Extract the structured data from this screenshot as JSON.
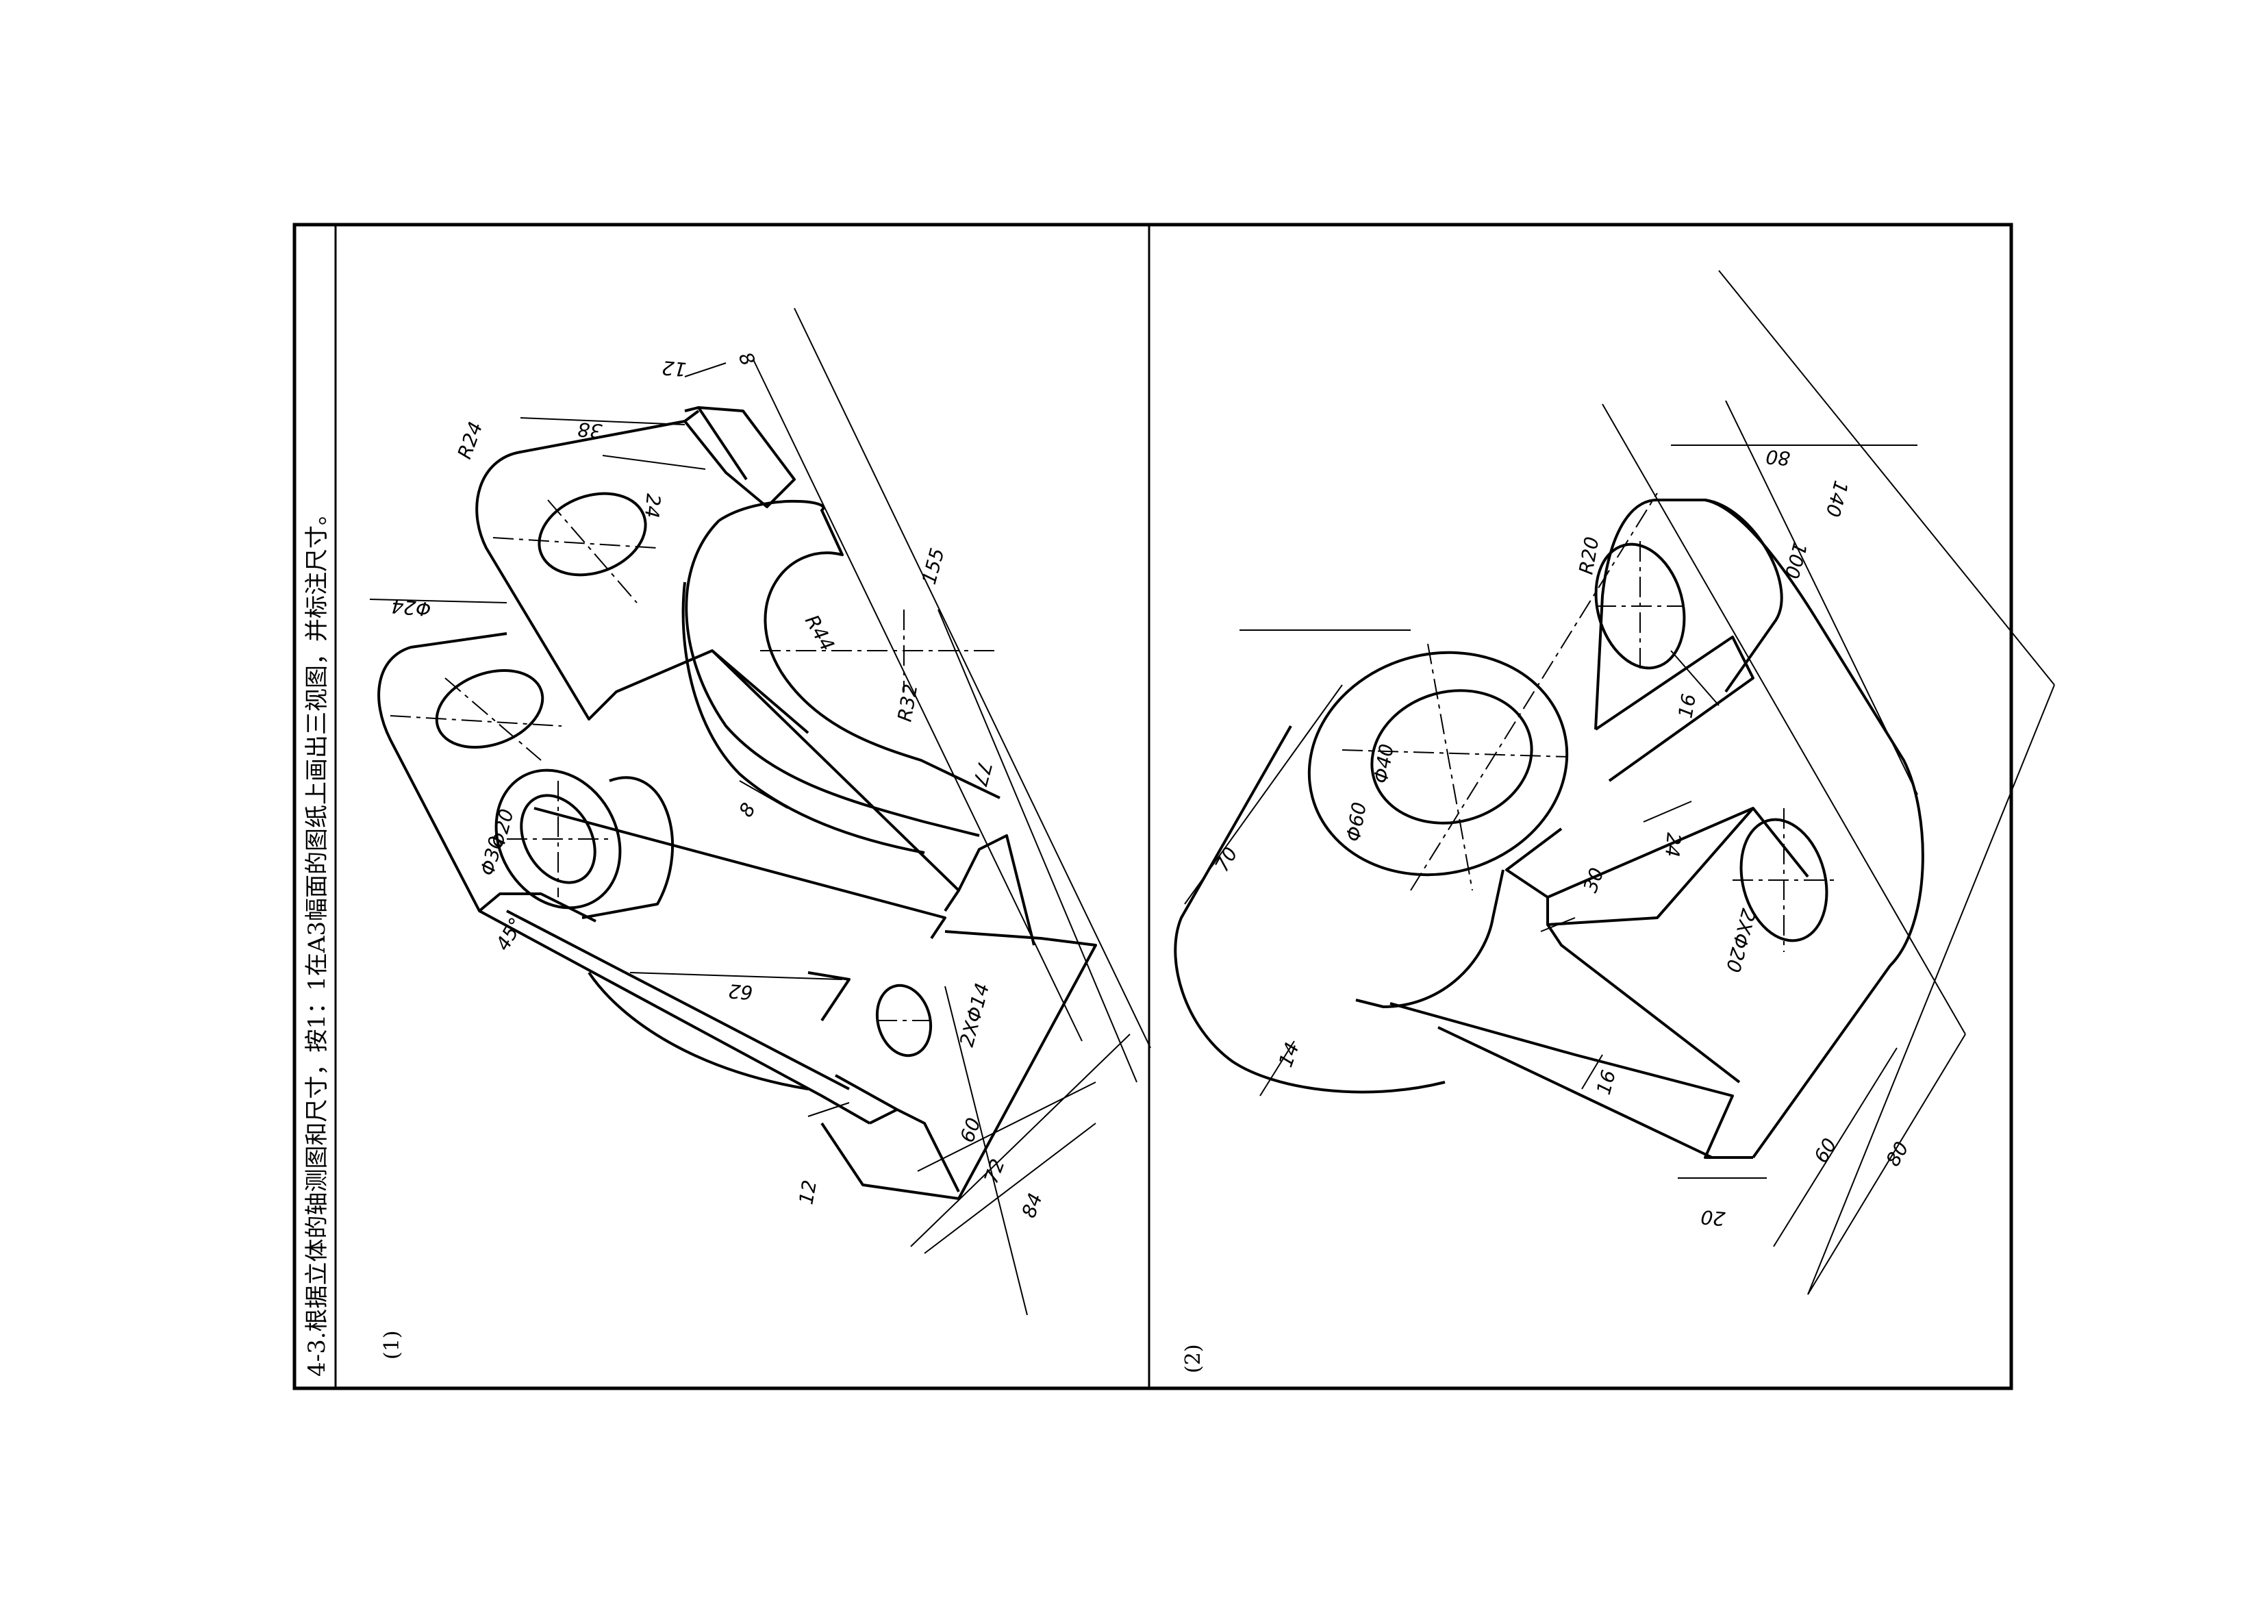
{
  "sheet": {
    "title": "4-3.根据立体的轴测图和尺寸，按1：1在A3幅面的图纸上画出三视图，并标注尺寸。",
    "panel1_label": "(1)",
    "panel2_label": "(2)"
  },
  "figure1": {
    "dims": {
      "d_8_top": "8",
      "d_12_top": "12",
      "d_38": "38",
      "d_24": "24",
      "d_R24": "R24",
      "d_phi24": "Φ24",
      "d_R44": "R44",
      "d_R32": "R32",
      "d_155": "155",
      "d_77": "77",
      "d_8_mid": "8",
      "d_phi20": "Φ20",
      "d_phi30": "Φ30",
      "d_45": "45°",
      "d_62": "62",
      "d_2xphi14": "2XΦ14",
      "d_60": "60",
      "d_72": "72",
      "d_84": "84",
      "d_12_bot": "12"
    }
  },
  "figure2": {
    "dims": {
      "d_R20": "R20",
      "d_80_top": "80",
      "d_140": "140",
      "d_100": "100",
      "d_16_top": "16",
      "d_phi40": "Φ40",
      "d_phi60": "Φ60",
      "d_70": "70",
      "d_24": "24",
      "d_30": "30",
      "d_2xphi20": "2XΦ20",
      "d_14": "14",
      "d_16_bot": "16",
      "d_20": "20",
      "d_60": "60",
      "d_80_bot": "80"
    }
  }
}
